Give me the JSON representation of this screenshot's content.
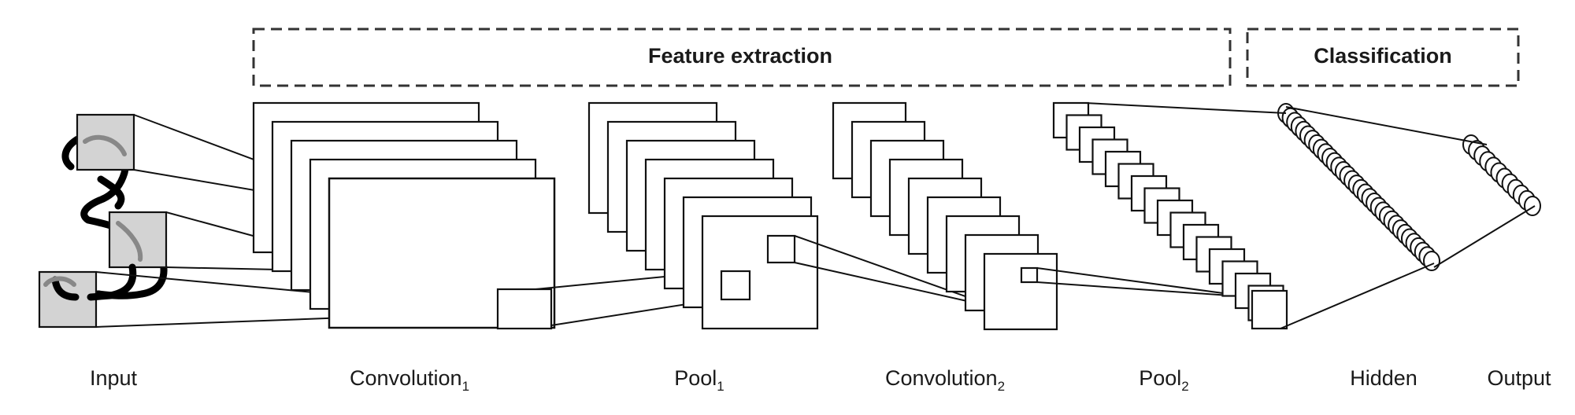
{
  "groups": {
    "feature_extraction": "Feature extraction",
    "classification": "Classification"
  },
  "stages": {
    "input": {
      "label": "Input"
    },
    "conv1": {
      "label": "Convolution",
      "sub": "1"
    },
    "pool1": {
      "label": "Pool",
      "sub": "1"
    },
    "conv2": {
      "label": "Convolution",
      "sub": "2"
    },
    "pool2": {
      "label": "Pool",
      "sub": "2"
    },
    "hidden": {
      "label": "Hidden"
    },
    "output": {
      "label": "Output"
    }
  }
}
